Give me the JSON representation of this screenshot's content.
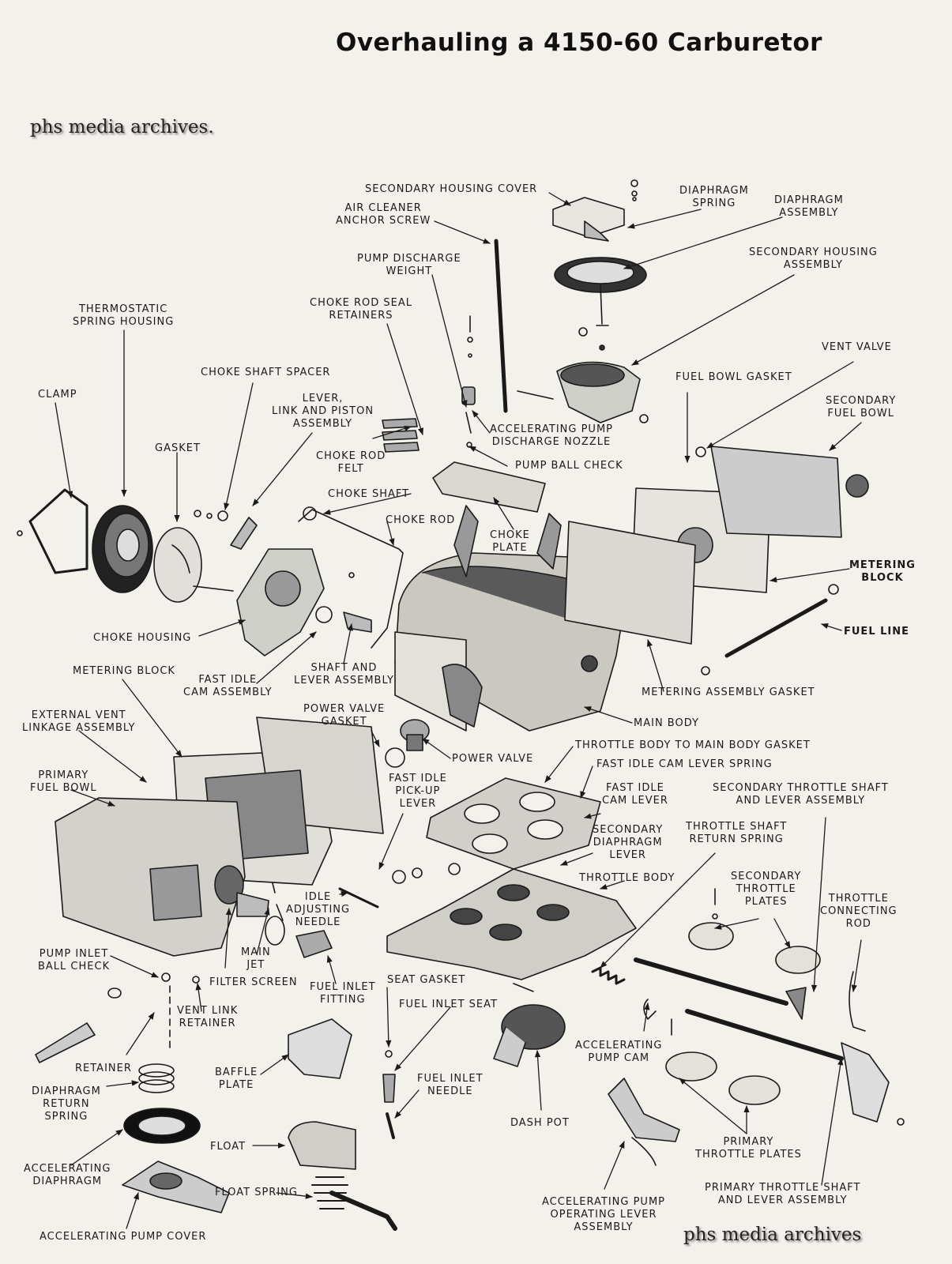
{
  "title": "Overhauling a 4150-60 Carburetor",
  "watermark_top": "phs media archives.",
  "watermark_bottom": "phs media archives",
  "labels": {
    "secondary_housing_cover": "SECONDARY HOUSING COVER",
    "diaphragm_spring": "DIAPHRAGM\nSPRING",
    "diaphragm_assembly": "DIAPHRAGM\nASSEMBLY",
    "air_cleaner_anchor_screw": "AIR CLEANER\nANCHOR SCREW",
    "pump_discharge_weight": "PUMP DISCHARGE\nWEIGHT",
    "secondary_housing_assembly": "SECONDARY HOUSING\nASSEMBLY",
    "thermostatic_spring_housing": "THERMOSTATIC\nSPRING HOUSING",
    "choke_rod_seal_retainers": "CHOKE ROD SEAL\nRETAINERS",
    "vent_valve": "VENT VALVE",
    "choke_shaft_spacer": "CHOKE SHAFT SPACER",
    "fuel_bowl_gasket": "FUEL BOWL GASKET",
    "clamp": "CLAMP",
    "lever_link_piston": "LEVER,\nLINK AND PISTON\nASSEMBLY",
    "secondary_fuel_bowl": "SECONDARY\nFUEL BOWL",
    "accelerating_pump_discharge_nozzle": "ACCELERATING PUMP\nDISCHARGE NOZZLE",
    "gasket": "GASKET",
    "choke_rod_felt": "CHOKE ROD\nFELT",
    "pump_ball_check": "PUMP BALL CHECK",
    "choke_shaft": "CHOKE SHAFT",
    "choke_rod": "CHOKE ROD",
    "choke_plate": "CHOKE\nPLATE",
    "metering_block_right": "METERING\nBLOCK",
    "fuel_line": "FUEL LINE",
    "choke_housing": "CHOKE HOUSING",
    "metering_block_left": "METERING BLOCK",
    "fast_idle_cam_assembly": "FAST IDLE\nCAM ASSEMBLY",
    "shaft_and_lever_assembly": "SHAFT AND\nLEVER ASSEMBLY",
    "metering_assembly_gasket": "METERING ASSEMBLY GASKET",
    "external_vent_linkage": "EXTERNAL VENT\nLINKAGE ASSEMBLY",
    "power_valve_gasket": "POWER VALVE\nGASKET",
    "main_body": "MAIN BODY",
    "throttle_body_to_main_body_gasket": "THROTTLE BODY TO MAIN BODY GASKET",
    "power_valve": "POWER VALVE",
    "fast_idle_cam_lever_spring": "FAST IDLE CAM LEVER SPRING",
    "primary_fuel_bowl": "PRIMARY\nFUEL BOWL",
    "fast_idle_pickup_lever": "FAST IDLE\nPICK-UP\nLEVER",
    "fast_idle_cam_lever": "FAST IDLE\nCAM LEVER",
    "secondary_throttle_shaft_lever": "SECONDARY THROTTLE SHAFT\nAND LEVER ASSEMBLY",
    "secondary_diaphragm_lever": "SECONDARY\nDIAPHRAGM\nLEVER",
    "throttle_shaft_return_spring": "THROTTLE SHAFT\nRETURN SPRING",
    "throttle_body": "THROTTLE BODY",
    "secondary_throttle_plates": "SECONDARY\nTHROTTLE\nPLATES",
    "idle_adjusting_needle": "IDLE\nADJUSTING\nNEEDLE",
    "throttle_connecting_rod": "THROTTLE\nCONNECTING\nROD",
    "main_jet": "MAIN\nJET",
    "pump_inlet_ball_check": "PUMP INLET\nBALL CHECK",
    "filter_screen": "FILTER SCREEN",
    "fuel_inlet_fitting": "FUEL INLET\nFITTING",
    "seat_gasket": "SEAT GASKET",
    "fuel_inlet_seat": "FUEL INLET SEAT",
    "vent_link_retainer": "VENT LINK\nRETAINER",
    "accelerating_pump_cam": "ACCELERATING\nPUMP CAM",
    "retainer": "RETAINER",
    "baffle_plate": "BAFFLE\nPLATE",
    "fuel_inlet_needle": "FUEL INLET\nNEEDLE",
    "diaphragm_return_spring": "DIAPHRAGM\nRETURN\nSPRING",
    "dash_pot": "DASH POT",
    "float": "FLOAT",
    "primary_throttle_plates": "PRIMARY\nTHROTTLE PLATES",
    "accelerating_diaphragm": "ACCELERATING\nDIAPHRAGM",
    "primary_throttle_shaft_lever": "PRIMARY THROTTLE SHAFT\nAND LEVER ASSEMBLY",
    "float_spring": "FLOAT SPRING",
    "accelerating_pump_operating_lever": "ACCELERATING PUMP\nOPERATING LEVER\nASSEMBLY",
    "accelerating_pump_cover": "ACCELERATING PUMP COVER"
  }
}
